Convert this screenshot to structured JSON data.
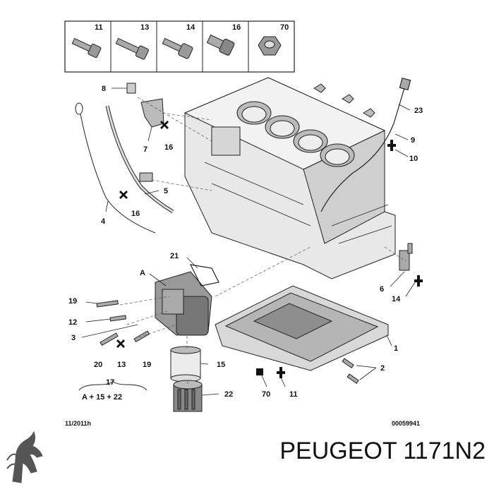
{
  "parts_box": {
    "labels": [
      "11",
      "13",
      "14",
      "16",
      "70"
    ]
  },
  "callouts": {
    "p23": "23",
    "p9": "9",
    "p10": "10",
    "p8": "8",
    "p7": "7",
    "p16a": "16",
    "p5": "5",
    "p16b": "16",
    "p4": "4",
    "p21": "21",
    "pA": "A",
    "p19a": "19",
    "p12": "12",
    "p3": "3",
    "p20": "20",
    "p13": "13",
    "p19b": "19",
    "p15": "15",
    "p17": "17",
    "pkit": "A + 15 + 22",
    "p22": "22",
    "p6": "6",
    "p14": "14",
    "p1": "1",
    "p2": "2",
    "p70": "70",
    "p11": "11"
  },
  "footer": {
    "date": "11/2011h",
    "code": "00059941"
  },
  "caption": {
    "brand_part": "PEUGEOT 1171N2"
  },
  "colors": {
    "line": "#222222",
    "fill_light": "#e6e6e6",
    "fill_mid": "#bdbdbd",
    "fill_dark": "#8a8a8a"
  },
  "icons": {
    "logo": "peugeot-lion-logo"
  }
}
